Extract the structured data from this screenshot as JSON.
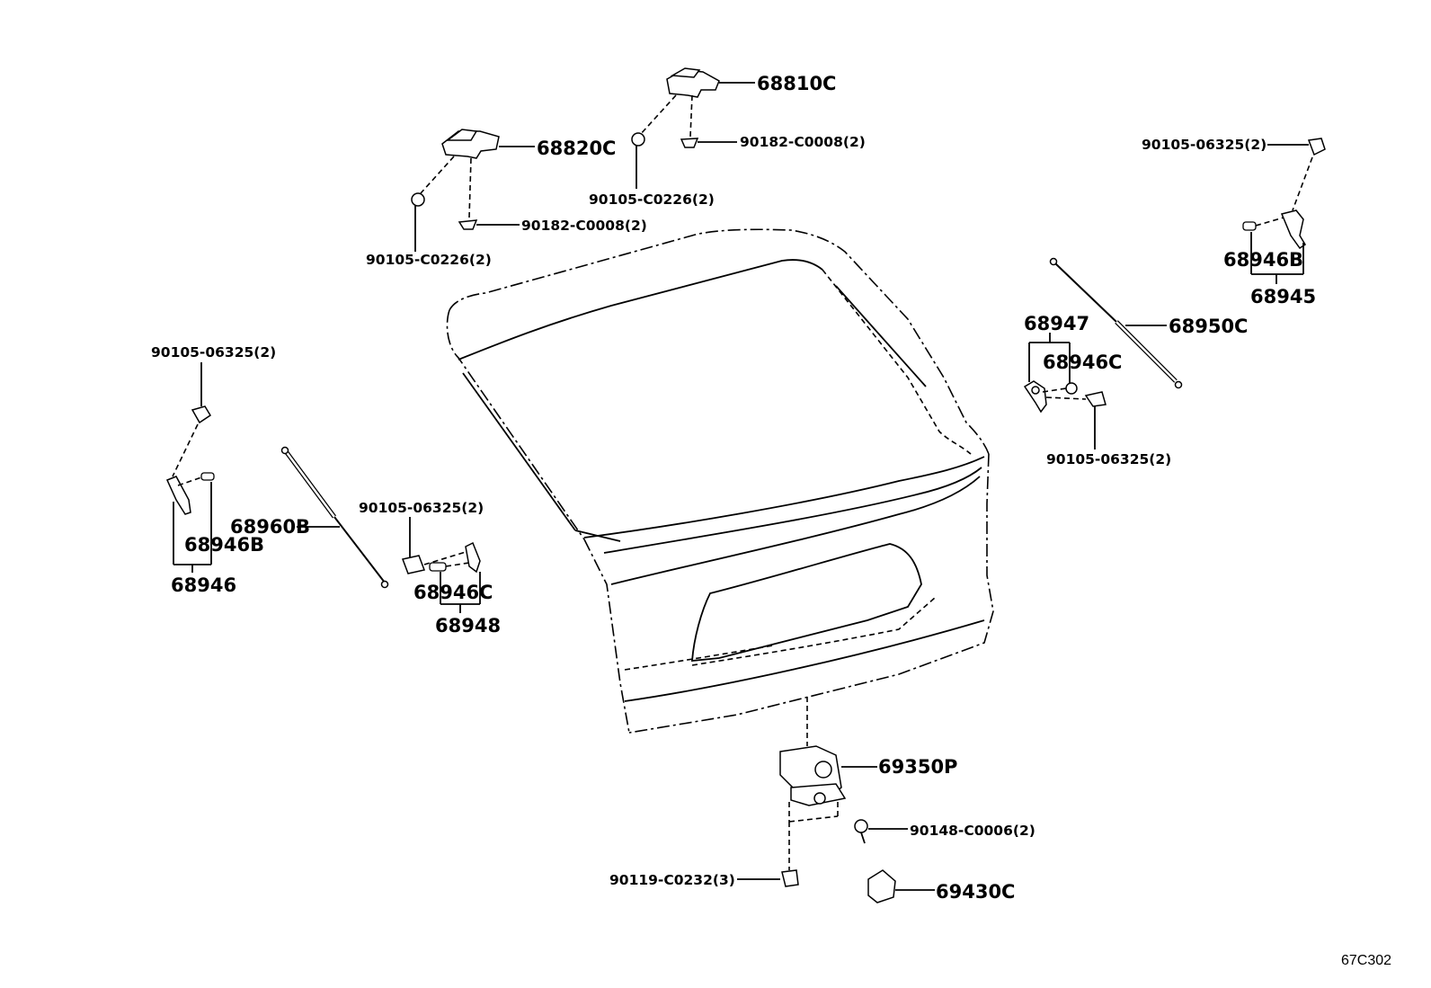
{
  "diagram": {
    "code": "67C302",
    "callouts": {
      "c68810c": "68810C",
      "c68820c": "68820C",
      "c90182_top": "90182-C0008(2)",
      "c90105_c0226_top": "90105-C0226(2)",
      "c90182_mid": "90182-C0008(2)",
      "c90105_c0226_left": "90105-C0226(2)",
      "c90105_06325_tr": "90105-06325(2)",
      "c68946b_right": "68946B",
      "c68945": "68945",
      "c68947": "68947",
      "c68946c_right": "68946C",
      "c68950c": "68950C",
      "c90105_06325_mr": "90105-06325(2)",
      "c90105_06325_left": "90105-06325(2)",
      "c68960b": "68960B",
      "c68946b_left": "68946B",
      "c68946": "68946",
      "c90105_06325_ml": "90105-06325(2)",
      "c68946c_left": "68946C",
      "c68948": "68948",
      "c69350p": "69350P",
      "c90148": "90148-C0006(2)",
      "c90119": "90119-C0232(3)",
      "c69430c": "69430C"
    }
  }
}
